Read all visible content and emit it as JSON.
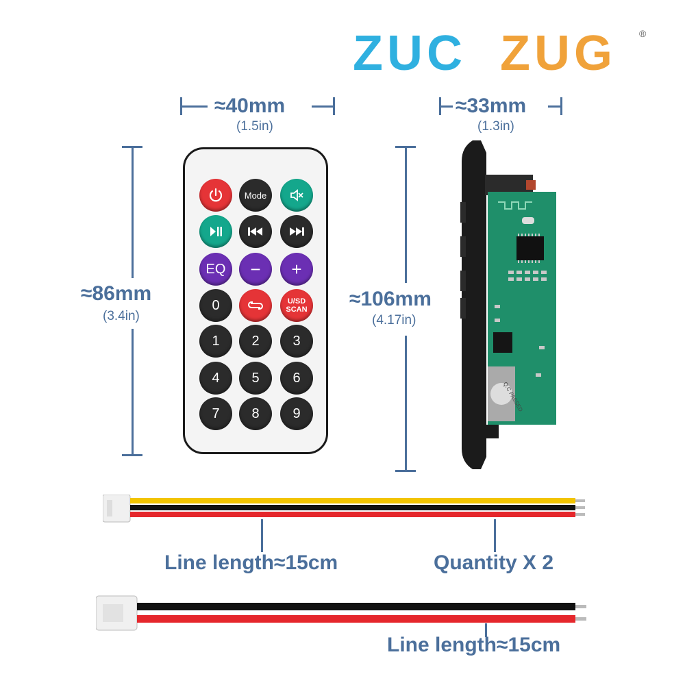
{
  "brand": {
    "part1": "ZUC",
    "part2": "ZUG",
    "registered": "®",
    "color1": "#2fb0e0",
    "color2": "#f0a23a"
  },
  "remote_dims": {
    "width_label": "≈40mm",
    "width_sub": "(1.5in)",
    "height_label": "≈86mm",
    "height_sub": "(3.4in)"
  },
  "module_dims": {
    "width_label": "≈33mm",
    "width_sub": "(1.3in)",
    "height_label": "≈106mm",
    "height_sub": "(4.17in)"
  },
  "remote": {
    "buttons": [
      {
        "label": "",
        "icon": "power-icon",
        "color": "red"
      },
      {
        "label": "Mode",
        "color": "dark"
      },
      {
        "label": "",
        "icon": "mute-icon",
        "color": "green"
      },
      {
        "label": "",
        "icon": "play-pause-icon",
        "color": "green"
      },
      {
        "label": "",
        "icon": "previous-icon",
        "color": "dark"
      },
      {
        "label": "",
        "icon": "next-icon",
        "color": "dark"
      },
      {
        "label": "EQ",
        "color": "purple"
      },
      {
        "label": "−",
        "color": "purple"
      },
      {
        "label": "+",
        "color": "purple"
      },
      {
        "label": "0",
        "color": "dark"
      },
      {
        "label": "",
        "icon": "repeat-icon",
        "color": "red"
      },
      {
        "label": "U/SD SCAN",
        "color": "red"
      },
      {
        "label": "1",
        "color": "dark"
      },
      {
        "label": "2",
        "color": "dark"
      },
      {
        "label": "3",
        "color": "dark"
      },
      {
        "label": "4",
        "color": "dark"
      },
      {
        "label": "5",
        "color": "dark"
      },
      {
        "label": "6",
        "color": "dark"
      },
      {
        "label": "7",
        "color": "dark"
      },
      {
        "label": "8",
        "color": "dark"
      },
      {
        "label": "9",
        "color": "dark"
      }
    ]
  },
  "module": {
    "stamp_text": "Q.C PASSED"
  },
  "wires": {
    "three_wire_length": "Line length≈15cm",
    "quantity": "Quantity X 2",
    "two_wire_length": "Line length≈15cm"
  },
  "colors": {
    "accent": "#4b6f9b",
    "pcb": "#1f8f6a"
  }
}
